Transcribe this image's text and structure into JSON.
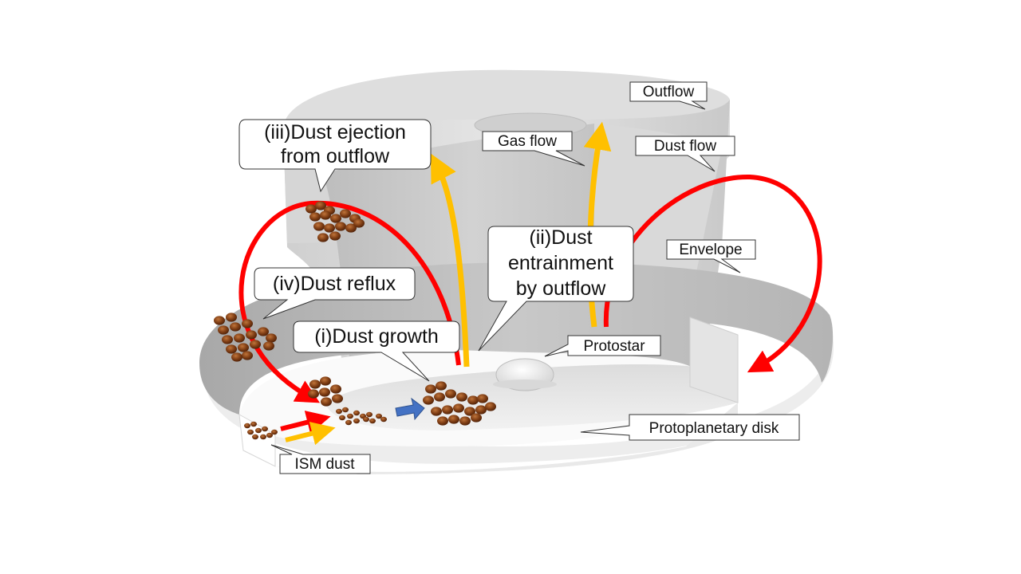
{
  "labels": {
    "outflow": "Outflow",
    "gas_flow": "Gas flow",
    "dust_flow": "Dust flow",
    "envelope": "Envelope",
    "protostar": "Protostar",
    "protoplanetary_disk": "Protoplanetary disk",
    "ism_dust": "ISM dust"
  },
  "stages": {
    "iii_line1": "(iii)Dust ejection",
    "iii_line2": "from outflow",
    "iv": "(iv)Dust reflux",
    "i": "(i)Dust growth",
    "ii_line1": "(ii)Dust",
    "ii_line2": "entrainment",
    "ii_line3": "by outflow"
  },
  "colors": {
    "dust_flow": "#ff0000",
    "gas_flow": "#ffc000",
    "growth_arrow": "#4472c4",
    "dust_grain": "#7a3a12"
  }
}
